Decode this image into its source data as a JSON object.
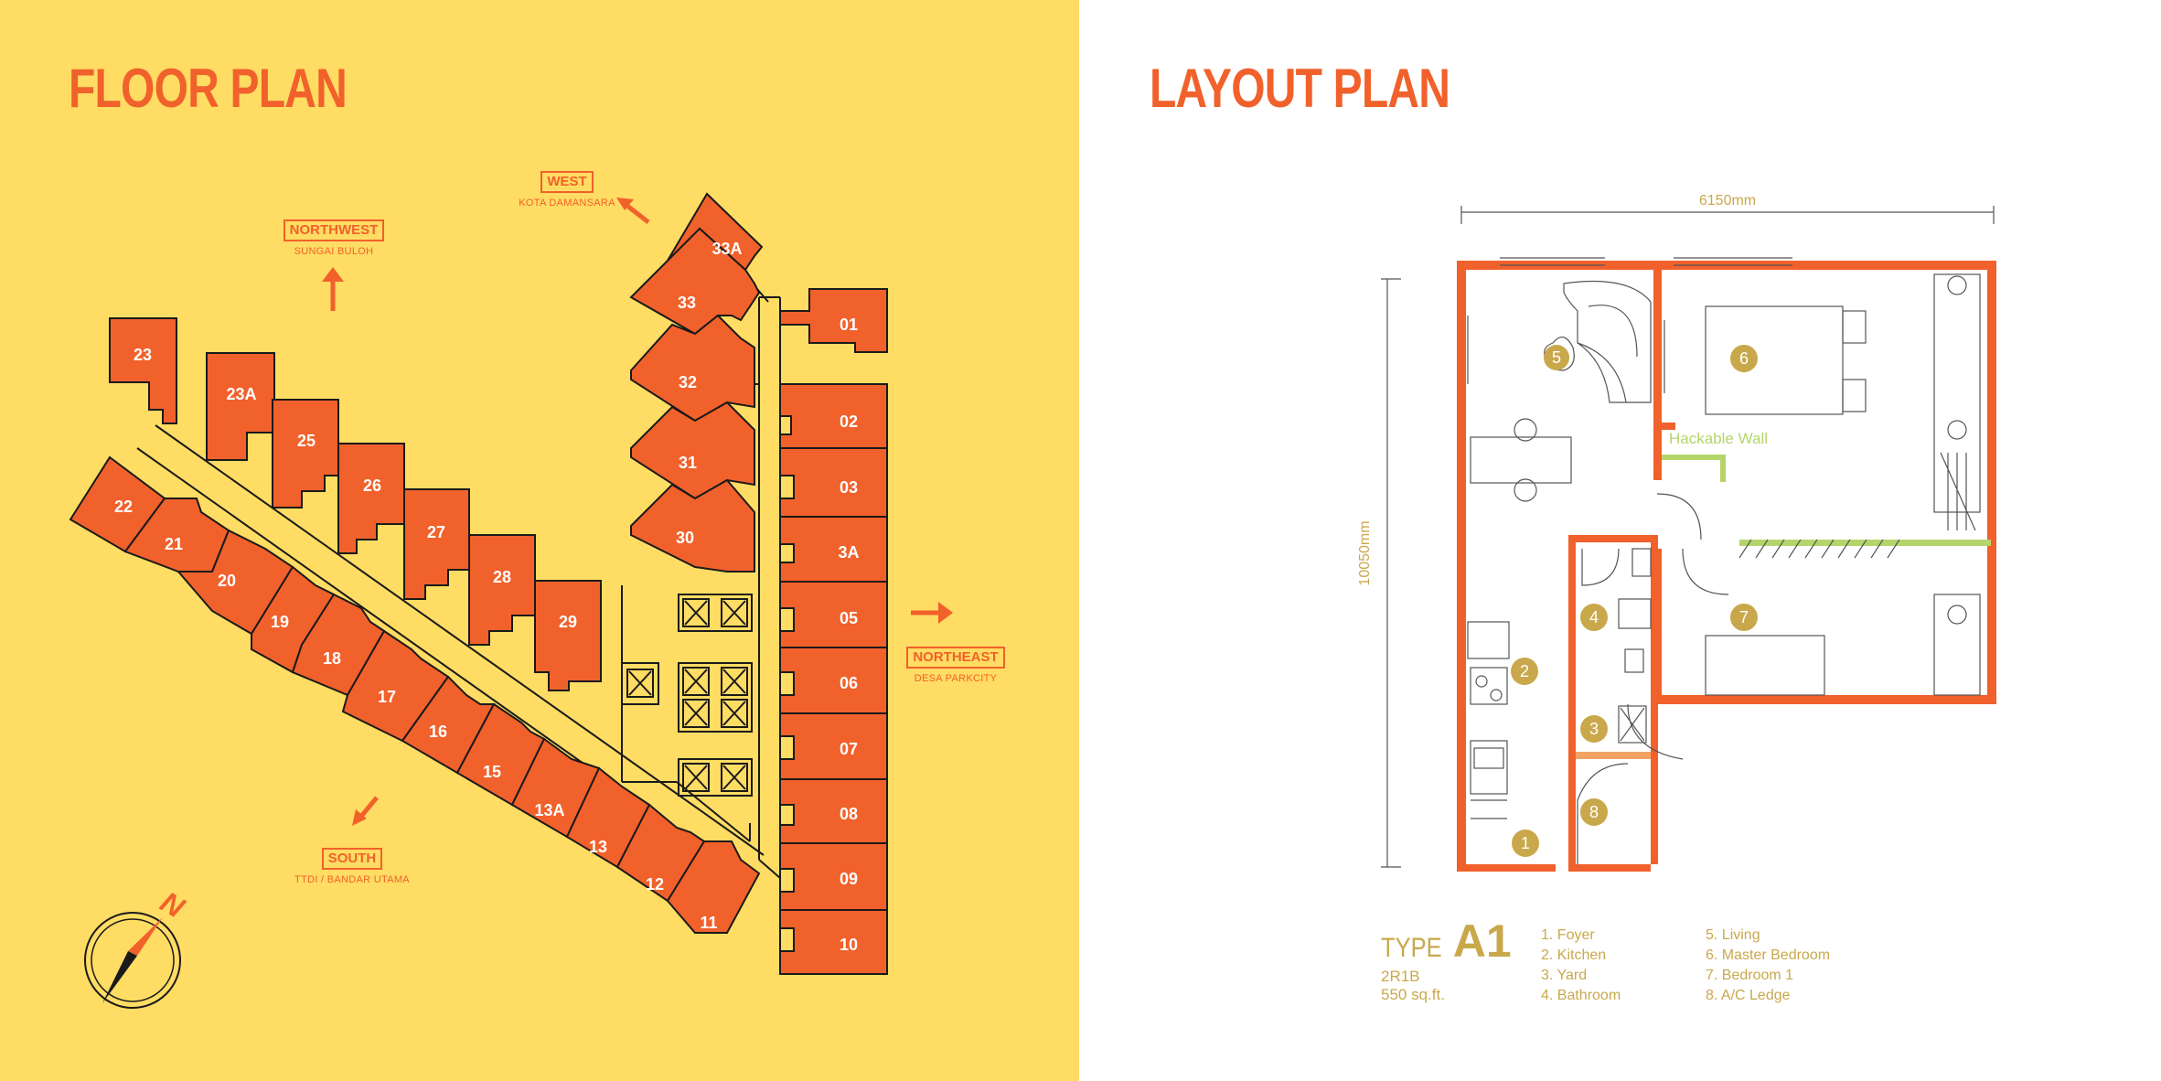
{
  "floor_plan": {
    "title": "FLOOR PLAN",
    "directions": {
      "northwest": {
        "label": "NORTHWEST",
        "sub": "SUNGAI BULOH"
      },
      "west": {
        "label": "WEST",
        "sub": "KOTA DAMANSARA"
      },
      "northeast": {
        "label": "NORTHEAST",
        "sub": "DESA PARKCITY"
      },
      "south": {
        "label": "SOUTH",
        "sub": "TTDI / BANDAR UTAMA"
      }
    },
    "compass_letter": "N",
    "units": {
      "u23": "23",
      "u23a": "23A",
      "u25": "25",
      "u26": "26",
      "u27": "27",
      "u28": "28",
      "u29": "29",
      "u22": "22",
      "u21": "21",
      "u20": "20",
      "u19": "19",
      "u18": "18",
      "u17": "17",
      "u16": "16",
      "u15": "15",
      "u13a": "13A",
      "u13": "13",
      "u12": "12",
      "u11": "11",
      "u33a": "33A",
      "u33": "33",
      "u32": "32",
      "u31": "31",
      "u30": "30",
      "u01": "01",
      "u02": "02",
      "u03": "03",
      "u3a": "3A",
      "u05": "05",
      "u06": "06",
      "u07": "07",
      "u08": "08",
      "u09": "09",
      "u10": "10"
    }
  },
  "layout_plan": {
    "title": "LAYOUT PLAN",
    "width_dimension": "6150mm",
    "height_dimension": "10050mm",
    "hackable_wall": "Hackable Wall",
    "room_markers": {
      "r1": "1",
      "r2": "2",
      "r3": "3",
      "r4": "4",
      "r5": "5",
      "r6": "6",
      "r7": "7",
      "r8": "8"
    },
    "type_word": "TYPE",
    "type_code": "A1",
    "config": "2R1B",
    "area": "550 sq.ft.",
    "legend_left": [
      "1. Foyer",
      "2. Kitchen",
      "3. Yard",
      "4. Bathroom"
    ],
    "legend_right": [
      "5. Living",
      "6. Master Bedroom",
      "7. Bedroom 1",
      "8. A/C Ledge"
    ]
  },
  "colors": {
    "accent_orange": "#F1612B",
    "background_yellow": "#FFDC63",
    "gold": "#C9A84C",
    "hackable_green": "#B5D56A",
    "line_dark": "#1a1a1a"
  }
}
